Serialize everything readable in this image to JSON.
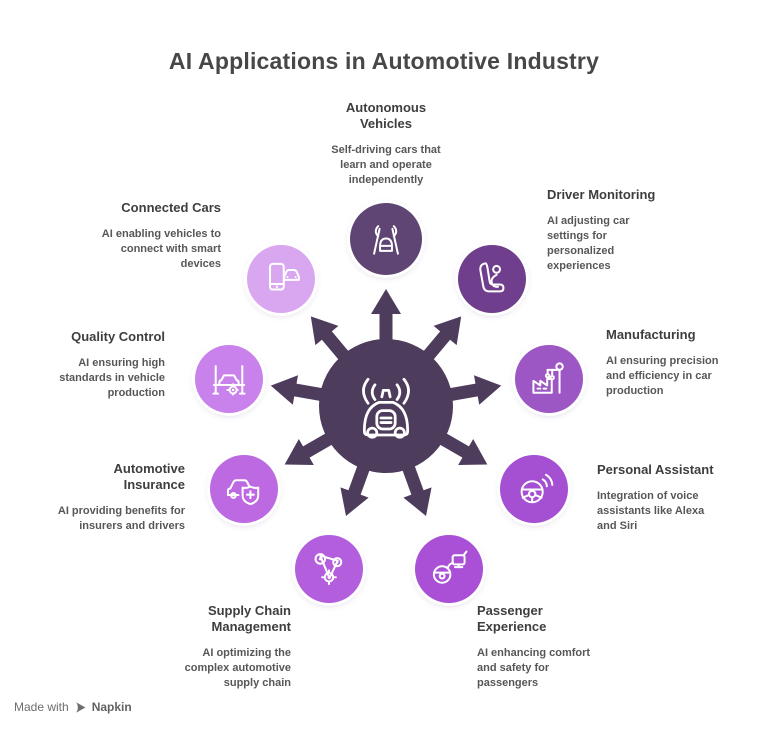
{
  "title": "AI Applications in Automotive Industry",
  "hub": {
    "color": "#4e3c5c",
    "icon": "autonomous-car-antenna-icon"
  },
  "nodes": [
    {
      "id": "autonomous-vehicles",
      "label": "Autonomous Vehicles",
      "description": "Self-driving cars that learn and operate independently",
      "color": "#5e4573",
      "icon": "self-driving-car-icon"
    },
    {
      "id": "driver-monitoring",
      "label": "Driver Monitoring",
      "description": "AI adjusting car settings for personalized experiences",
      "color": "#6f3f8d",
      "icon": "driver-seat-icon"
    },
    {
      "id": "manufacturing",
      "label": "Manufacturing",
      "description": "AI ensuring precision and efficiency in car production",
      "color": "#9d57c5",
      "icon": "factory-crane-icon"
    },
    {
      "id": "personal-assistant",
      "label": "Personal Assistant",
      "description": "Integration of voice assistants like Alexa and Siri",
      "color": "#a54fd3",
      "icon": "steering-wheel-voice-icon"
    },
    {
      "id": "passenger-experience",
      "label": "Passenger Experience",
      "description": "AI enhancing comfort and safety for passengers",
      "color": "#aa50d7",
      "icon": "wheel-screen-icon"
    },
    {
      "id": "supply-chain-management",
      "label": "Supply Chain Management",
      "description": "AI optimizing the complex automotive supply chain",
      "color": "#b35fdd",
      "icon": "belt-pulley-icon"
    },
    {
      "id": "automotive-insurance",
      "label": "Automotive Insurance",
      "description": "AI providing benefits for insurers and drivers",
      "color": "#bc69e2",
      "icon": "car-shield-icon"
    },
    {
      "id": "quality-control",
      "label": "Quality Control",
      "description": "AI ensuring high standards in vehicle production",
      "color": "#c981ec",
      "icon": "car-lift-gear-icon"
    },
    {
      "id": "connected-cars",
      "label": "Connected Cars",
      "description": "AI enabling vehicles to connect with smart devices",
      "color": "#d9a7f0",
      "icon": "phone-car-icon"
    }
  ],
  "badge": {
    "made_with": "Made with",
    "brand": "Napkin"
  }
}
